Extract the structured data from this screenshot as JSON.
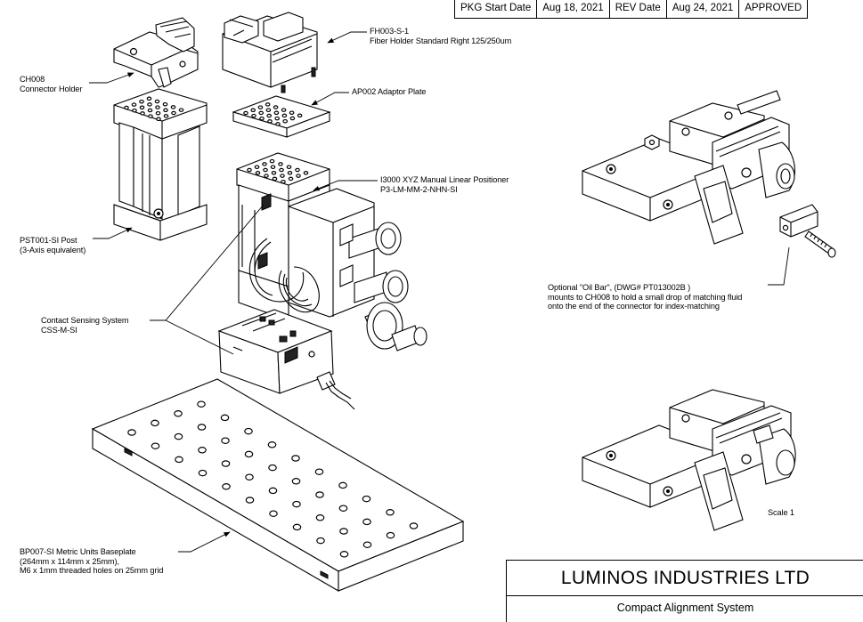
{
  "header": {
    "pkg_start_label": "PKG Start Date",
    "pkg_start_value": "Aug 18, 2021",
    "rev_label": "REV Date",
    "rev_value": "Aug 24, 2021",
    "status": "APPROVED"
  },
  "labels": {
    "ch008": [
      "CH008",
      "Connector Holder"
    ],
    "fh003": [
      "FH003-S-1",
      "Fiber Holder Standard Right 125/250um"
    ],
    "ap002": [
      "AP002 Adaptor Plate"
    ],
    "i3000": [
      "I3000 XYZ Manual Linear Positioner",
      "P3-LM-MM-2-NHN-SI"
    ],
    "pst001": [
      "PST001-SI Post",
      "(3-Axis equivalent)"
    ],
    "css": [
      "Contact Sensing System",
      "CSS-M-SI"
    ],
    "oil_bar": [
      "Optional \"Oil Bar\", (DWG# PT013002B )",
      "mounts to CH008 to hold a small drop of matching fluid",
      "onto the end of the connector for index-matching"
    ],
    "bp007": [
      "BP007-SI Metric Units Baseplate",
      "(264mm x 114mm x 25mm),",
      "M6 x 1mm threaded holes on 25mm grid"
    ],
    "scale": [
      "Scale 1"
    ]
  },
  "company": {
    "name": "LUMINOS  INDUSTRIES LTD",
    "title": "Compact Alignment System"
  }
}
